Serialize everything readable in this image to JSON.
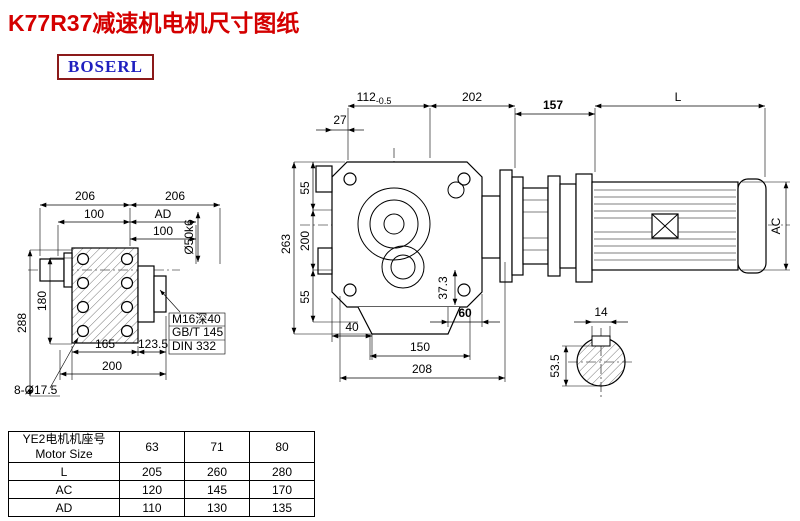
{
  "page": {
    "title": "K77R37减速机电机尺寸图纸",
    "brand": "BOSERL"
  },
  "left_view": {
    "dim_206a": "206",
    "dim_206b": "206",
    "dim_100a": "100",
    "dim_ad": "AD",
    "dim_100b": "100",
    "dim_288": "288",
    "dim_180": "180",
    "dim_165": "165",
    "dim_123_5": "123.5",
    "dim_200": "200",
    "holes_label": "8-Ø17.5",
    "shaft_label": "Ø50k6",
    "thread_label": "M16深40",
    "std1": "GB/T 145",
    "std2": "DIN 332"
  },
  "main_view": {
    "dim_112": "112",
    "dim_112_tol": "-0.5",
    "dim_202": "202",
    "dim_157": "157",
    "dim_L": "L",
    "dim_27": "27",
    "dim_55_top": "55",
    "dim_263": "263",
    "dim_200": "200",
    "dim_55_bottom": "55",
    "dim_40": "40",
    "dim_60": "60",
    "dim_37_3": "37.3",
    "dim_150": "150",
    "dim_208": "208",
    "dim_AC": "AC"
  },
  "shaft_section": {
    "dim_14": "14",
    "dim_53_5": "53.5"
  },
  "table": {
    "header_cn": "YE2电机机座号",
    "header_en": "Motor Size",
    "sizes": [
      "63",
      "71",
      "80"
    ],
    "rows": [
      {
        "label": "L",
        "values": [
          "205",
          "260",
          "280"
        ]
      },
      {
        "label": "AC",
        "values": [
          "120",
          "145",
          "170"
        ]
      },
      {
        "label": "AD",
        "values": [
          "110",
          "130",
          "135"
        ]
      }
    ]
  }
}
